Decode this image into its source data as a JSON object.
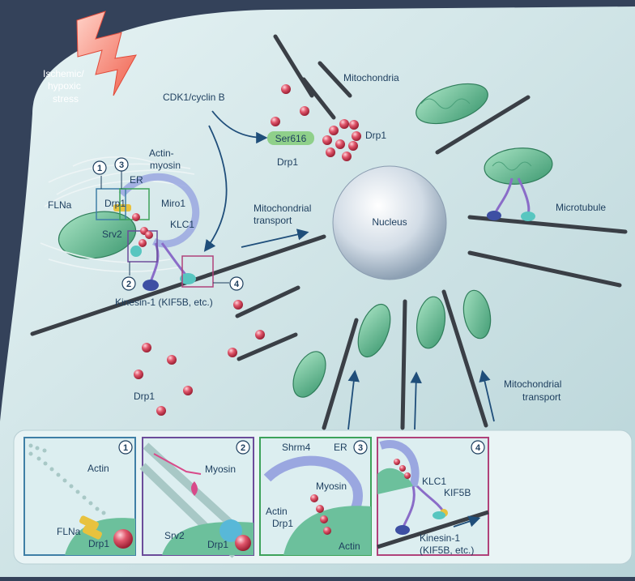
{
  "stress": {
    "line1": "Ischemic/",
    "line2": "hypoxic",
    "line3": "stress"
  },
  "signals": {
    "cdk": "CDK1/cyclin B",
    "ser": "Ser616"
  },
  "labels": {
    "mitochondria": "Mitochondria",
    "drp1_top": "Drp1",
    "drp1_ser": "Drp1",
    "drp1_cluster": "Drp1",
    "drp1_bottom": "Drp1",
    "nucleus": "Nucleus",
    "microtubule": "Microtubule",
    "mito_transport_center_1": "Mitochondrial",
    "mito_transport_center_2": "transport",
    "mito_transport_right_1": "Mitochondrial",
    "mito_transport_right_2": "transport",
    "actin_myosin_1": "Actin-",
    "actin_myosin_2": "myosin",
    "er": "ER",
    "flna": "FLNa",
    "miro1": "Miro1",
    "klc1": "KLC1",
    "srv2": "Srv2",
    "kinesin": "Kinesin-1 (KIF5B, etc.)"
  },
  "callouts": [
    "1",
    "2",
    "3",
    "4"
  ],
  "panels": [
    {
      "number": "1",
      "labels": {
        "a": "Actin",
        "b": "FLNa",
        "c": "Drp1"
      }
    },
    {
      "number": "2",
      "labels": {
        "a": "Myosin",
        "b": "Srv2",
        "c": "Drp1"
      }
    },
    {
      "number": "3",
      "labels": {
        "a": "Shrm4",
        "b": "ER",
        "c": "Myosin",
        "d": "Actin",
        "e": "Drp1",
        "f": "Actin"
      }
    },
    {
      "number": "4",
      "labels": {
        "a": "KLC1",
        "b": "KIF5B",
        "c": "Kinesin-1",
        "d": "(KIF5B, etc.)"
      }
    }
  ],
  "colors": {
    "background": "#34425a",
    "cell": "#c9e3e6",
    "drp1": "#d84a5e",
    "mito": "#6cc09c",
    "panel1": "#3f7fa6",
    "panel2": "#6b4c9a",
    "panel3": "#3da25a",
    "panel4": "#b0427a"
  }
}
